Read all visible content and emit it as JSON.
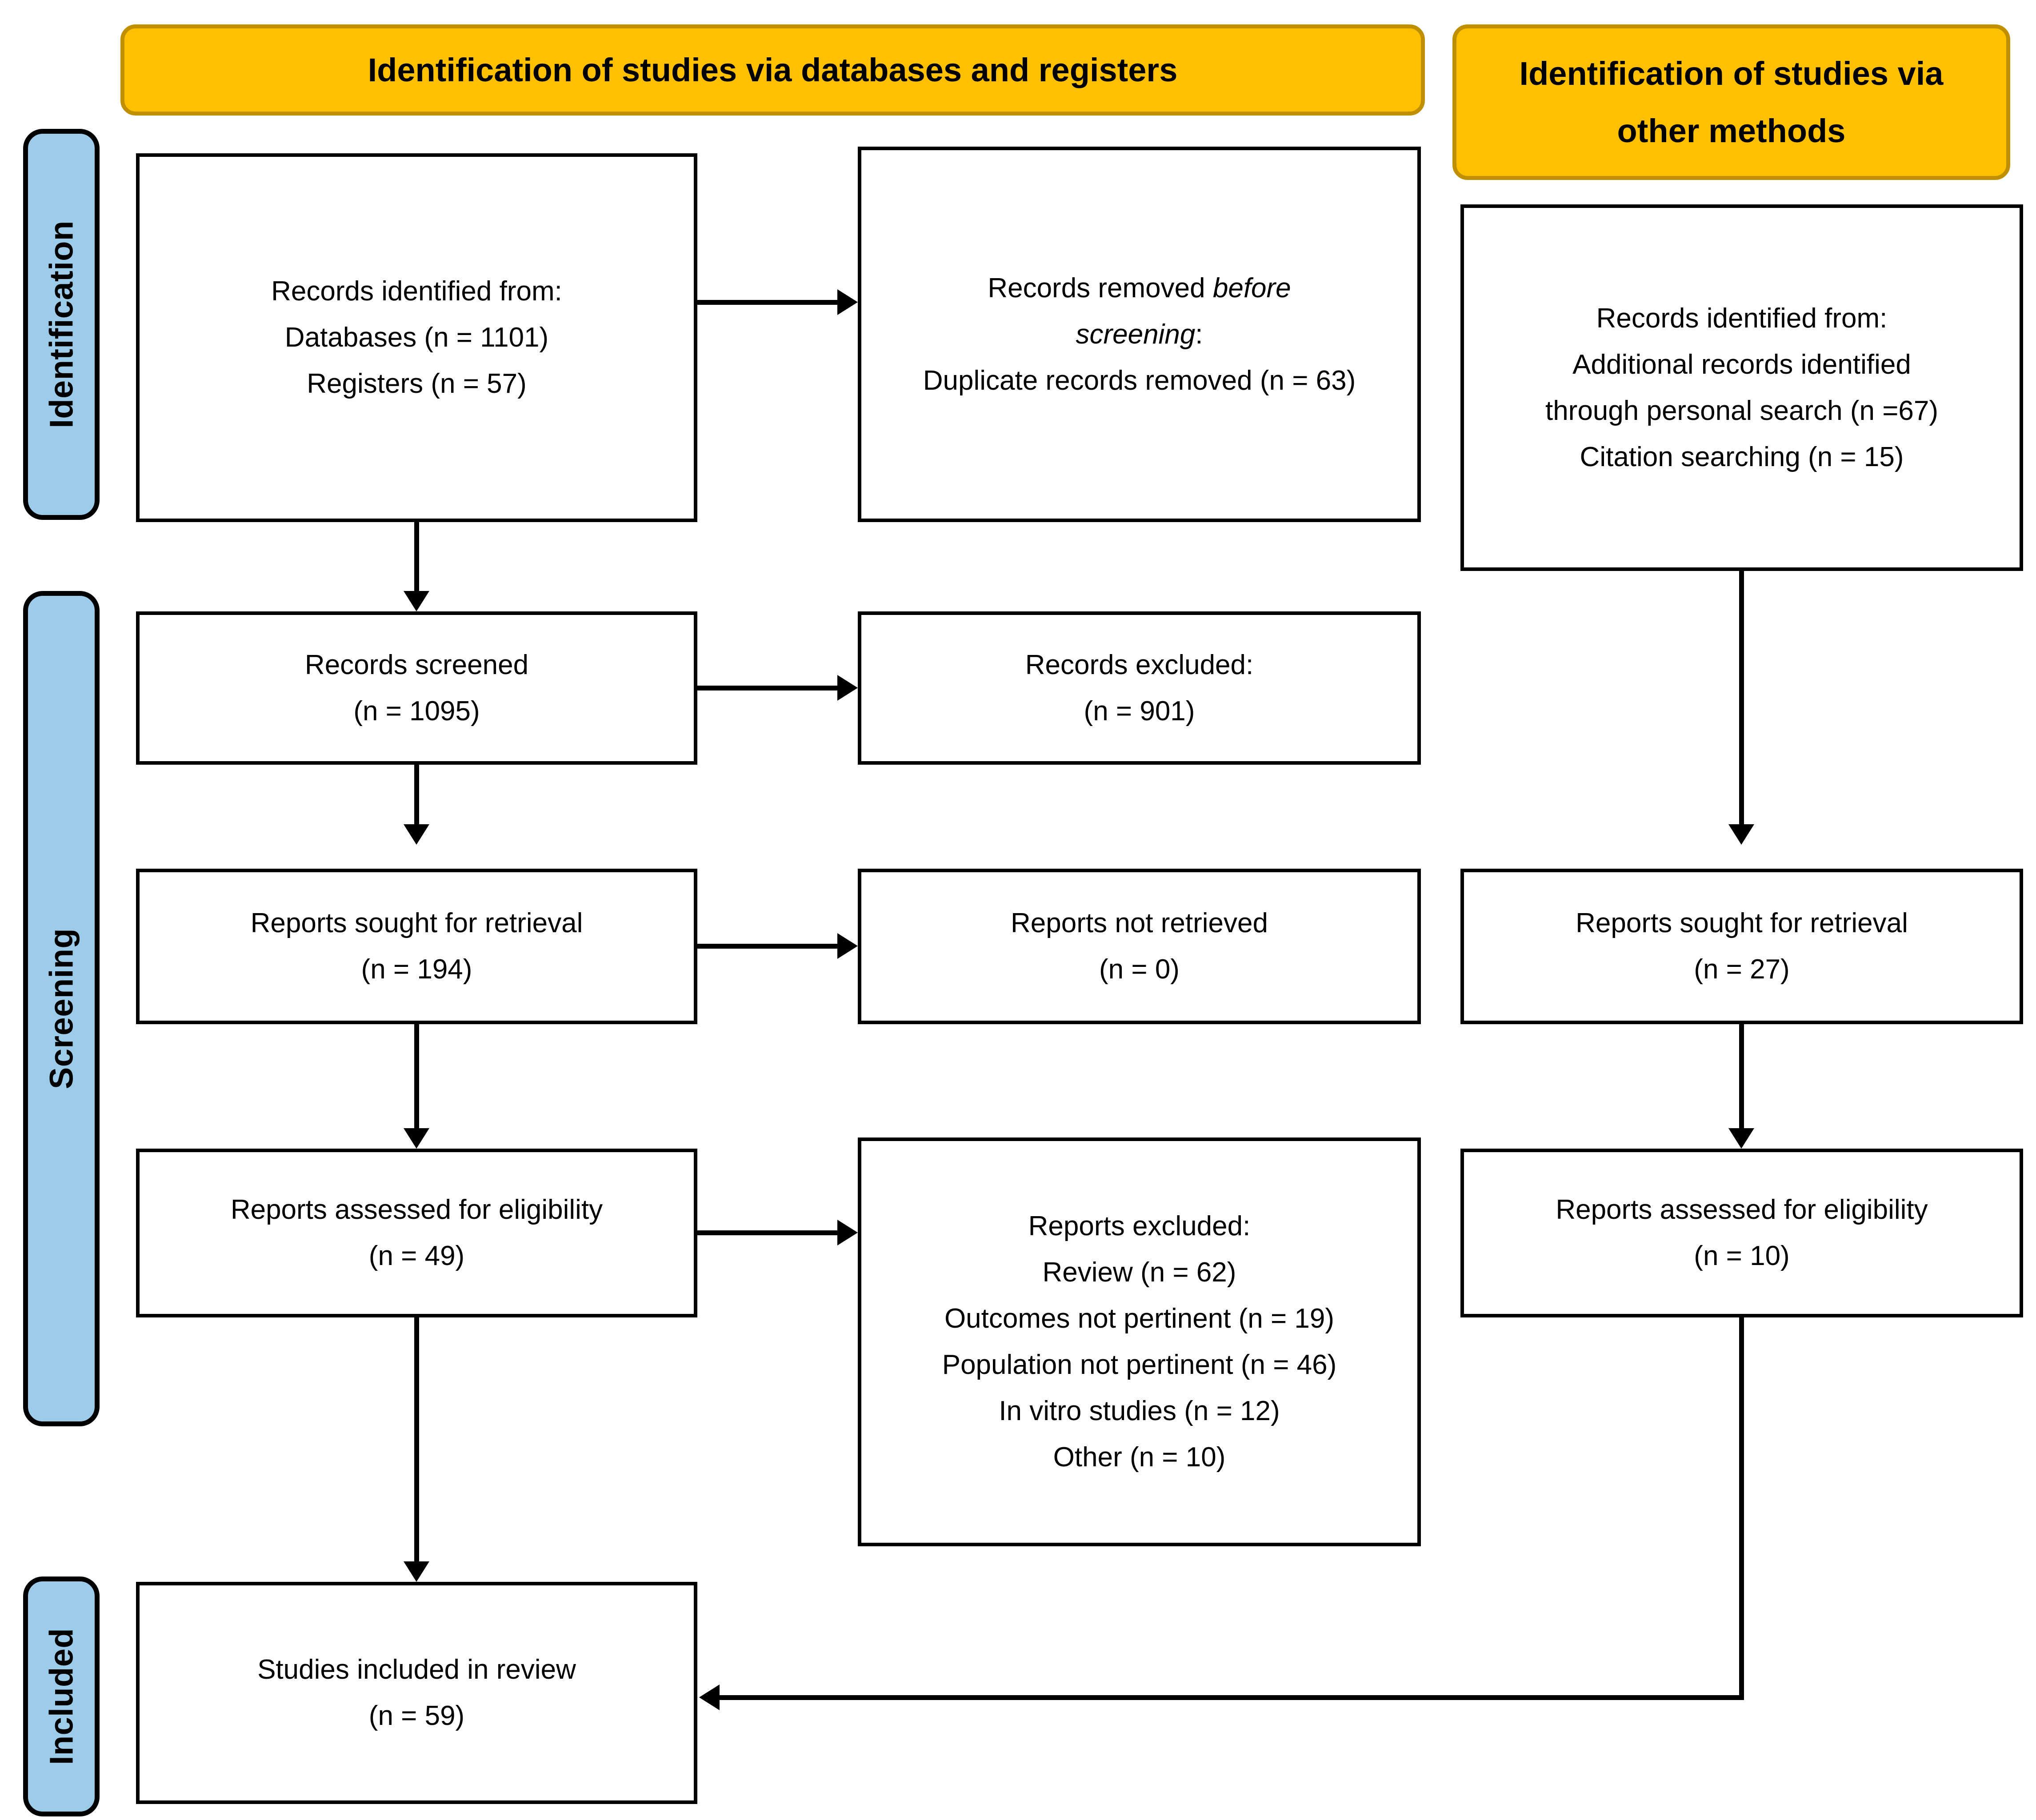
{
  "diagram": {
    "type": "prisma-flow-diagram",
    "headers": [
      {
        "id": "db-registers",
        "label": "Identification of studies via databases and registers"
      },
      {
        "id": "other-methods",
        "label_line1": "Identification of studies via",
        "label_line2": "other methods"
      }
    ],
    "phases": [
      {
        "id": "identification",
        "label": "Identification"
      },
      {
        "id": "screening",
        "label": "Screening"
      },
      {
        "id": "included",
        "label": "Included"
      }
    ],
    "boxes": {
      "records_identified": {
        "lines": [
          "Records identified from:",
          "Databases (n = 1101)",
          "Registers (n = 57)"
        ]
      },
      "records_removed": {
        "line1_pre": "Records removed ",
        "line1_italic": "before",
        "line2_italic": "screening",
        "line2_post": ":",
        "line3": "Duplicate records removed (n = 63)"
      },
      "records_identified_other": {
        "lines": [
          "Records identified from:",
          "Additional records identified",
          "through personal search (n =67)",
          "Citation searching (n = 15)"
        ]
      },
      "records_screened": {
        "lines": [
          "Records screened",
          "(n = 1095)"
        ]
      },
      "records_excluded": {
        "lines": [
          "Records excluded:",
          "(n = 901)"
        ]
      },
      "reports_sought": {
        "lines": [
          "Reports sought for retrieval",
          "(n = 194)"
        ]
      },
      "reports_not_retrieved": {
        "lines": [
          "Reports not retrieved",
          "(n = 0)"
        ]
      },
      "reports_sought_other": {
        "lines": [
          "Reports sought for retrieval",
          "(n = 27)"
        ]
      },
      "reports_assessed": {
        "lines": [
          "Reports assessed for eligibility",
          "(n = 49)"
        ]
      },
      "reports_excluded": {
        "lines": [
          "Reports excluded:",
          "Review (n = 62)",
          "Outcomes not pertinent (n = 19)",
          "Population not pertinent (n = 46)",
          "In vitro studies (n = 12)",
          "Other (n = 10)"
        ]
      },
      "reports_assessed_other": {
        "lines": [
          "Reports assessed for eligibility",
          "(n = 10)"
        ]
      },
      "studies_included": {
        "lines": [
          "Studies included in review",
          "(n = 59)"
        ]
      }
    },
    "colors": {
      "header_fill": "#FFC000",
      "header_border": "#BF8F00",
      "rail_fill": "#9CCCEA",
      "rail_border": "#000000",
      "box_border": "#000000",
      "connector": "#000000",
      "background": "#FFFFFF"
    }
  },
  "chart_data": {
    "type": "diagram",
    "title": "PRISMA 2020 flow diagram",
    "nodes": [
      {
        "id": "records_identified",
        "column": "databases",
        "stage": "Identification",
        "label": "Records identified from: Databases (n = 1101); Registers (n = 57)",
        "values": {
          "Databases": 1101,
          "Registers": 57
        }
      },
      {
        "id": "records_removed",
        "column": "databases-side",
        "stage": "Identification",
        "label": "Records removed before screening: Duplicate records removed (n = 63)",
        "values": {
          "Duplicate records removed": 63
        }
      },
      {
        "id": "records_identified_other",
        "column": "other",
        "stage": "Identification",
        "label": "Records identified from: Additional records identified through personal search (n =67); Citation searching (n = 15)",
        "values": {
          "Personal search": 67,
          "Citation searching": 15
        }
      },
      {
        "id": "records_screened",
        "column": "databases",
        "stage": "Screening",
        "label": "Records screened (n = 1095)",
        "values": {
          "n": 1095
        }
      },
      {
        "id": "records_excluded",
        "column": "databases-side",
        "stage": "Screening",
        "label": "Records excluded: (n = 901)",
        "values": {
          "n": 901
        }
      },
      {
        "id": "reports_sought",
        "column": "databases",
        "stage": "Screening",
        "label": "Reports sought for retrieval (n = 194)",
        "values": {
          "n": 194
        }
      },
      {
        "id": "reports_not_retrieved",
        "column": "databases-side",
        "stage": "Screening",
        "label": "Reports not retrieved (n = 0)",
        "values": {
          "n": 0
        }
      },
      {
        "id": "reports_sought_other",
        "column": "other",
        "stage": "Screening",
        "label": "Reports sought for retrieval (n = 27)",
        "values": {
          "n": 27
        }
      },
      {
        "id": "reports_assessed",
        "column": "databases",
        "stage": "Screening",
        "label": "Reports assessed for eligibility (n = 49)",
        "values": {
          "n": 49
        }
      },
      {
        "id": "reports_excluded",
        "column": "databases-side",
        "stage": "Screening",
        "label": "Reports excluded: Review (n = 62); Outcomes not pertinent (n = 19); Population not pertinent (n = 46); In vitro studies (n = 12); Other (n = 10)",
        "values": {
          "Review": 62,
          "Outcomes not pertinent": 19,
          "Population not pertinent": 46,
          "In vitro studies": 12,
          "Other": 10
        }
      },
      {
        "id": "reports_assessed_other",
        "column": "other",
        "stage": "Screening",
        "label": "Reports assessed for eligibility (n = 10)",
        "values": {
          "n": 10
        }
      },
      {
        "id": "studies_included",
        "column": "databases",
        "stage": "Included",
        "label": "Studies included in review (n = 59)",
        "values": {
          "n": 59
        }
      }
    ],
    "edges": [
      {
        "from": "records_identified",
        "to": "records_removed",
        "direction": "right"
      },
      {
        "from": "records_identified",
        "to": "records_screened",
        "direction": "down"
      },
      {
        "from": "records_screened",
        "to": "records_excluded",
        "direction": "right"
      },
      {
        "from": "records_screened",
        "to": "reports_sought",
        "direction": "down"
      },
      {
        "from": "reports_sought",
        "to": "reports_not_retrieved",
        "direction": "right"
      },
      {
        "from": "reports_sought",
        "to": "reports_assessed",
        "direction": "down"
      },
      {
        "from": "reports_assessed",
        "to": "reports_excluded",
        "direction": "right"
      },
      {
        "from": "reports_assessed",
        "to": "studies_included",
        "direction": "down"
      },
      {
        "from": "records_identified_other",
        "to": "reports_sought_other",
        "direction": "down"
      },
      {
        "from": "reports_sought_other",
        "to": "reports_assessed_other",
        "direction": "down"
      },
      {
        "from": "reports_assessed_other",
        "to": "studies_included",
        "direction": "down-left"
      }
    ]
  }
}
